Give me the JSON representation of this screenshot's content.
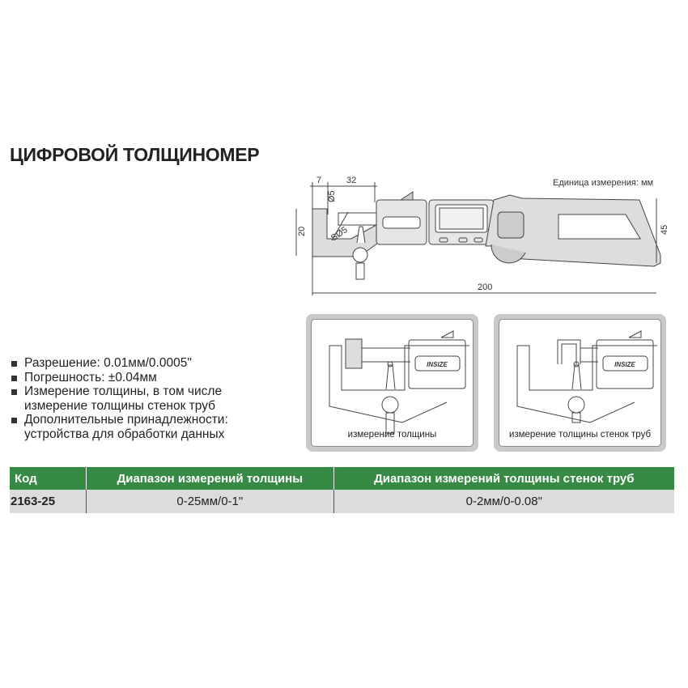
{
  "title": "ЦИФРОВОЙ ТОЛЩИНОМЕР",
  "drawing": {
    "unit_label": "Единица измерения: мм",
    "dims": {
      "d7": "7",
      "d32": "32",
      "d5": "Ø5",
      "sd5": "SØ5",
      "d20": "20",
      "d45": "45",
      "d200": "200"
    }
  },
  "features": [
    "Разрешение: 0.01мм/0.0005\"",
    "Погрешность: ±0.04мм",
    "Измерение толщины, в том числе измерение толщины стенок труб",
    "Дополнительные принадлежности: устройства для обработки данных"
  ],
  "panels": [
    {
      "caption": "измерение толщины"
    },
    {
      "caption": "измерение толщины стенок труб"
    }
  ],
  "brand": "INSIZE",
  "table": {
    "headers": [
      "Код",
      "Диапазон измерений толщины",
      "Диапазон измерений толщины стенок труб"
    ],
    "rows": [
      [
        "2163-25",
        "0-25мм/0-1\"",
        "0-2мм/0-0.08\""
      ]
    ]
  },
  "colors": {
    "header_green": "#378a44",
    "row_gray": "#dcdcdc"
  }
}
